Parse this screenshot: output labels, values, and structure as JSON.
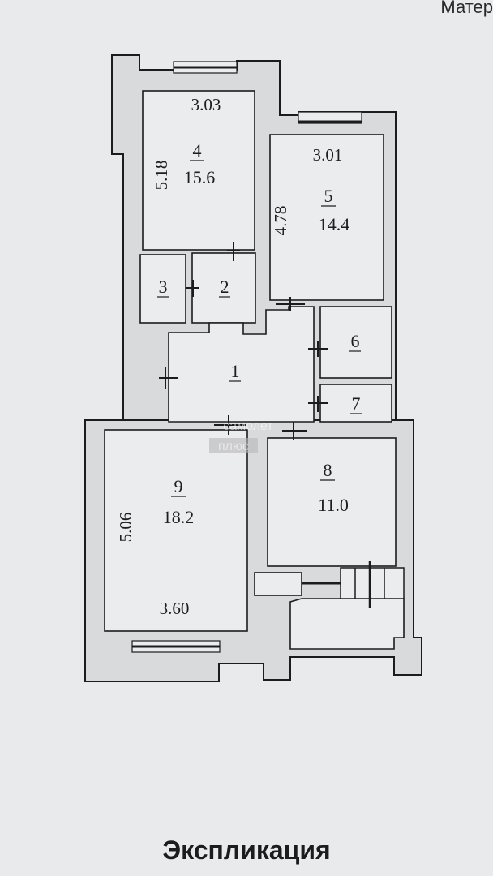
{
  "corner_text": "Матер",
  "title": "Экспликация",
  "watermark": {
    "line1": "самолет",
    "line2": "плюс"
  },
  "rooms": [
    {
      "id": "1",
      "number": "1"
    },
    {
      "id": "2",
      "number": "2"
    },
    {
      "id": "3",
      "number": "3"
    },
    {
      "id": "4",
      "number": "4",
      "area": "15.6"
    },
    {
      "id": "5",
      "number": "5",
      "area": "14.4"
    },
    {
      "id": "6",
      "number": "6"
    },
    {
      "id": "7",
      "number": "7"
    },
    {
      "id": "8",
      "number": "8",
      "area": "11.0"
    },
    {
      "id": "9",
      "number": "9",
      "area": "18.2"
    }
  ],
  "dimensions": {
    "room4_width": "3.03",
    "room4_length": "5.18",
    "room5_width": "3.01",
    "room5_length": "4.78",
    "room9_width": "3.60",
    "room9_length": "5.06"
  },
  "colors": {
    "wall": "#d9dadc",
    "stroke": "#1c1c1c",
    "room": "#ebecee",
    "background": "#e9eaec"
  }
}
